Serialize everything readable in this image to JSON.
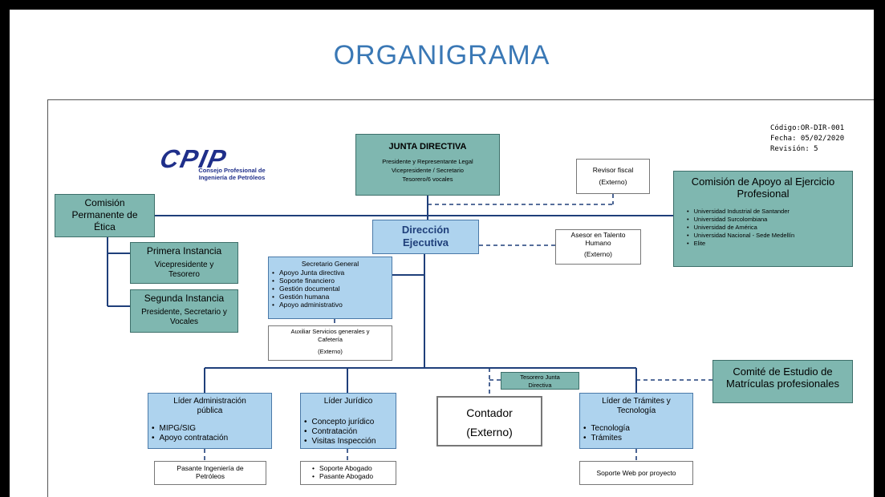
{
  "title": "ORGANIGRAMA",
  "logo": {
    "mark": "CPIP",
    "line1": "Consejo Profesional de",
    "line2": "Ingeniería de Petróleos"
  },
  "doc_info": {
    "codigo": "Código:OR-DIR-001",
    "fecha": "Fecha: 05/02/2020",
    "revision": "Revisión: 5"
  },
  "junta": {
    "title": "JUNTA DIRECTIVA",
    "line1": "Presidente y Representante Legal",
    "line2": "Vicepresidente / Secretario",
    "line3": "Tesorero/6 vocales"
  },
  "revisor": {
    "title": "Revisor fiscal",
    "sub": "(Externo)"
  },
  "comision_apoyo": {
    "title": "Comisión de Apoyo al Ejercicio Profesional",
    "items": [
      "Universidad Industrial de Santander",
      "Universidad Surcolombiana",
      "Universidad de América",
      "Universidad Nacional - Sede Medellín",
      "Elite"
    ]
  },
  "comision_etica": {
    "title": "Comisión Permanente de Ética"
  },
  "primera": {
    "title": "Primera Instancia",
    "sub": "Vicepresidente y Tesorero"
  },
  "segunda": {
    "title": "Segunda Instancia",
    "sub": "Presidente, Secretario y Vocales"
  },
  "direccion": {
    "title": "Dirección Ejecutiva"
  },
  "asesor": {
    "line1": "Asesor en Talento",
    "line2": "Humano",
    "sub": "(Externo)"
  },
  "secretario": {
    "title": "Secretario General",
    "items": [
      "Apoyo Junta directiva",
      "Soporte financiero",
      "Gestión documental",
      "Gestión humana",
      "Apoyo administrativo"
    ]
  },
  "auxiliar": {
    "line1": "Auxiliar Servicios generales y",
    "line2": "Cafetería",
    "sub": "(Externo)"
  },
  "tesorero": {
    "line1": "Tesorero Junta",
    "line2": "Directiva"
  },
  "comite": {
    "title": "Comité de Estudio de Matrículas profesionales"
  },
  "lider_admin": {
    "line1": "Líder Administración",
    "line2": "pública",
    "items": [
      "MIPG/SIG",
      "Apoyo contratación"
    ]
  },
  "lider_juridico": {
    "title": "Líder Jurídico",
    "items": [
      "Concepto jurídico",
      "Contratación",
      "Visitas Inspección"
    ]
  },
  "contador": {
    "title": "Contador",
    "sub": "(Externo)"
  },
  "lider_tramites": {
    "line1": "Líder de Trámites y",
    "line2": "Tecnología",
    "items": [
      "Tecnología",
      "Trámites"
    ]
  },
  "pasante_ing": {
    "line1": "Pasante Ingeniería de",
    "line2": "Petróleos"
  },
  "soporte_abogado": {
    "items": [
      "Soporte Abogado",
      "Pasante Abogado"
    ]
  },
  "soporte_web": {
    "title": "Soporte Web por proyecto"
  },
  "colors": {
    "title": "#3a78b5",
    "teal": "#7fb7b0",
    "blue": "#aed3ee",
    "line": "#1f3f7a"
  }
}
